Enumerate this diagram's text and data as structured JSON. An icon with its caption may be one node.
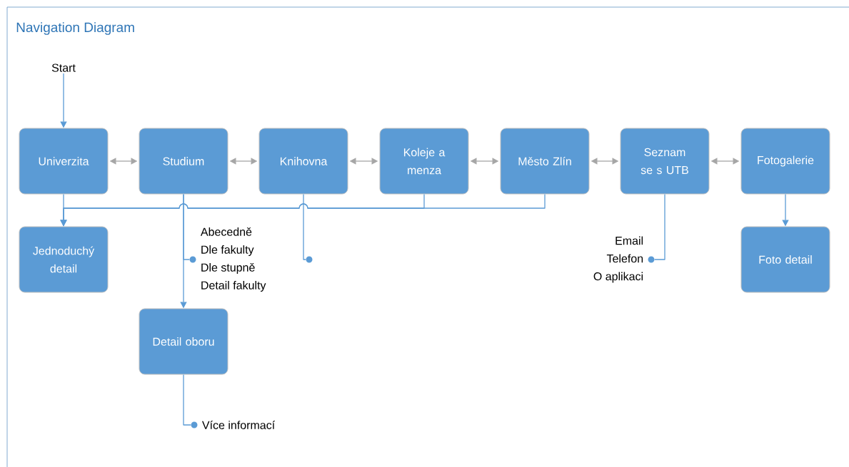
{
  "diagram": {
    "title": "Navigation Diagram",
    "nodes": [
      {
        "text": [
          "Start"
        ]
      },
      {
        "text": [
          "Univerzita"
        ]
      },
      {
        "text": [
          "Studium"
        ]
      },
      {
        "text": [
          "Knihovna"
        ]
      },
      {
        "text": [
          "Koleje a menza"
        ]
      },
      {
        "text": [
          "Město Zlín"
        ]
      },
      {
        "text": [
          "Seznam se s UTB"
        ]
      },
      {
        "text": [
          "Fotogalerie"
        ]
      },
      {
        "text": [
          "Jednoduchý detail"
        ]
      },
      {
        "text": [
          "Detail oboru"
        ]
      },
      {
        "text": [
          "Foto detail"
        ]
      },
      {
        "text": [],
        "shape": "circle",
        "beside": [
          "Abecedně",
          "Dle fakulty",
          "Dle stupně",
          "Detail fakulty"
        ]
      },
      {
        "text": [],
        "shape": "circle"
      },
      {
        "text": [],
        "shape": "circle",
        "beside": [
          "Email",
          "Telefon",
          "O aplikaci"
        ]
      },
      {
        "text": [],
        "shape": "circle",
        "beside": [
          "Více informací"
        ]
      }
    ],
    "edges": [
      {
        "from": 0,
        "to": 1,
        "arrow": "to"
      },
      {
        "from": 1,
        "to": 2,
        "arrow": "both",
        "color": "#a6a6a6"
      },
      {
        "from": 2,
        "to": 3,
        "arrow": "both",
        "color": "#a6a6a6"
      },
      {
        "from": 3,
        "to": 4,
        "arrow": "both",
        "color": "#a6a6a6"
      },
      {
        "from": 4,
        "to": 5,
        "arrow": "both",
        "color": "#a6a6a6"
      },
      {
        "from": 5,
        "to": 6,
        "arrow": "both",
        "color": "#a6a6a6"
      },
      {
        "from": 6,
        "to": 7,
        "arrow": "both",
        "color": "#a6a6a6"
      },
      {
        "from": 1,
        "to": 8,
        "arrow": "to"
      },
      {
        "from": 4,
        "to": 8,
        "arrow": "to"
      },
      {
        "from": 5,
        "to": 8,
        "arrow": "to"
      },
      {
        "from": 2,
        "to": 9,
        "arrow": "to"
      },
      {
        "from": 2,
        "to": 11,
        "arrow": "none"
      },
      {
        "from": 3,
        "to": 12,
        "arrow": "none"
      },
      {
        "from": 6,
        "to": 13,
        "arrow": "none"
      },
      {
        "from": 7,
        "to": 10,
        "arrow": "to"
      },
      {
        "from": 9,
        "to": 14,
        "arrow": "none"
      }
    ]
  }
}
